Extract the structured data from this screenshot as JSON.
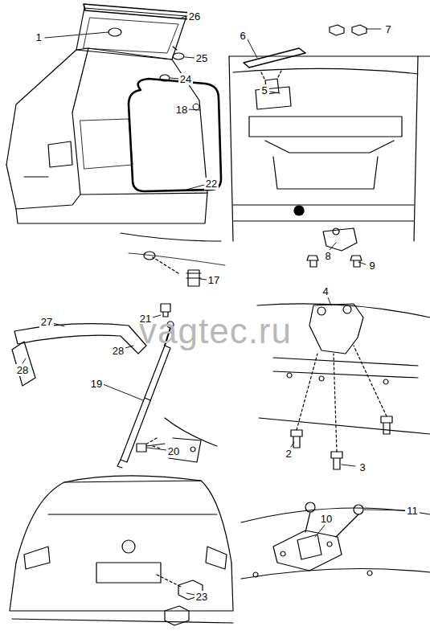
{
  "diagram": {
    "labels": [
      "26",
      "1",
      "25",
      "24",
      "18",
      "22",
      "6",
      "7",
      "5",
      "8",
      "9",
      "17",
      "21",
      "27",
      "28",
      "28",
      "19",
      "4",
      "2",
      "3",
      "20",
      "10",
      "11",
      "23",
      "vagtec.ru"
    ]
  }
}
